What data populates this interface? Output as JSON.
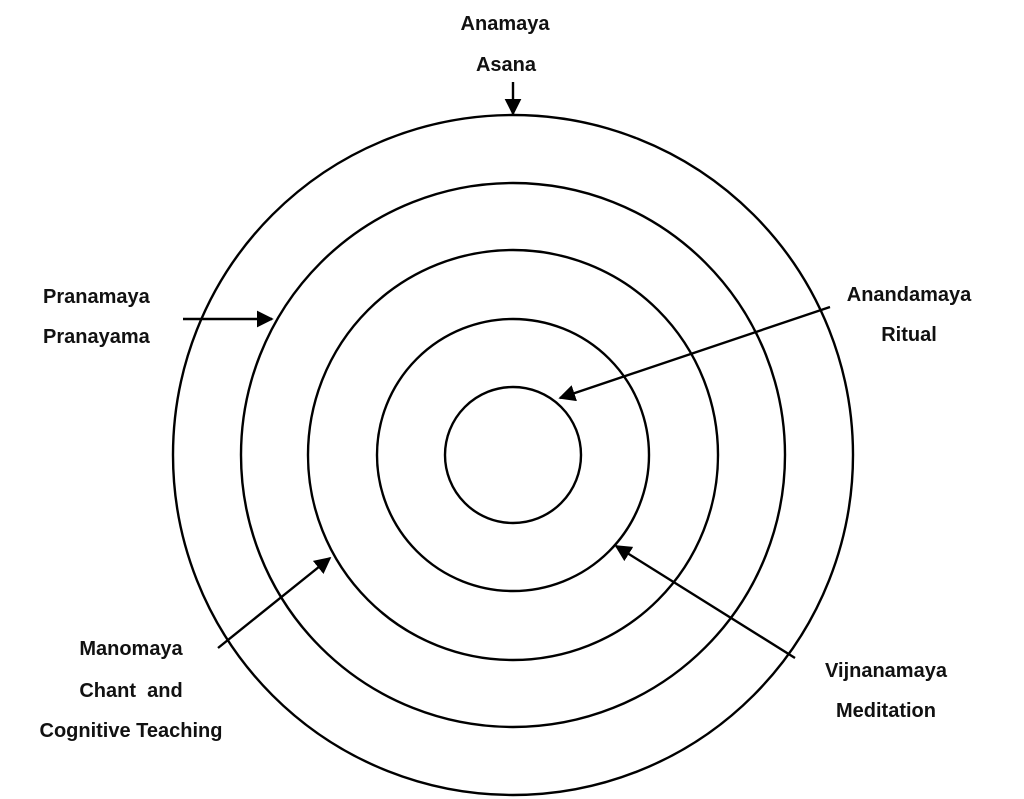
{
  "diagram": {
    "colors": {
      "line": "#000000",
      "text": "#111111",
      "background": "#ffffff"
    },
    "layers": {
      "anamaya": {
        "name": "Anamaya",
        "practice": "Asana"
      },
      "pranamaya": {
        "name": "Pranamaya",
        "practice": "Pranayama"
      },
      "manomaya": {
        "name": "Manomaya",
        "practice_line1": "Chant  and",
        "practice_line2": "Cognitive Teaching"
      },
      "vijnanamaya": {
        "name": "Vijnanamaya",
        "practice": "Meditation"
      },
      "anandamaya": {
        "name": "Anandamaya",
        "practice": "Ritual"
      }
    }
  }
}
